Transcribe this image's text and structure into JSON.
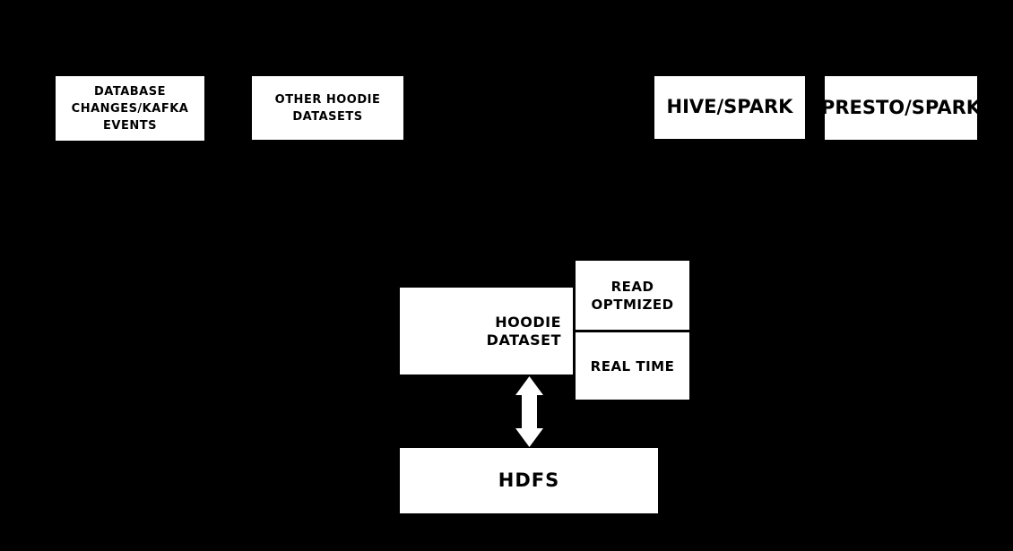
{
  "diagram": {
    "colors": {
      "background": "#000000",
      "box_fill": "#ffffff",
      "box_text": "#000000",
      "arrow": "#ffffff"
    },
    "boxes": {
      "database_changes": "DATABASE\nCHANGES/KAFKA\nEVENTS",
      "other_hoodie_datasets": "OTHER HOODIE\nDATASETS",
      "hive_spark": "HIVE/SPARK",
      "presto_spark": "PRESTO/SPARK",
      "hoodie_dataset": "HOODIE\nDATASET",
      "read_optimized": "READ\nOPTMIZED",
      "real_time": "REAL TIME",
      "hdfs": "HDFS"
    },
    "icons": {
      "hdfs_sync_arrow": "double-headed-vertical-arrow"
    }
  }
}
